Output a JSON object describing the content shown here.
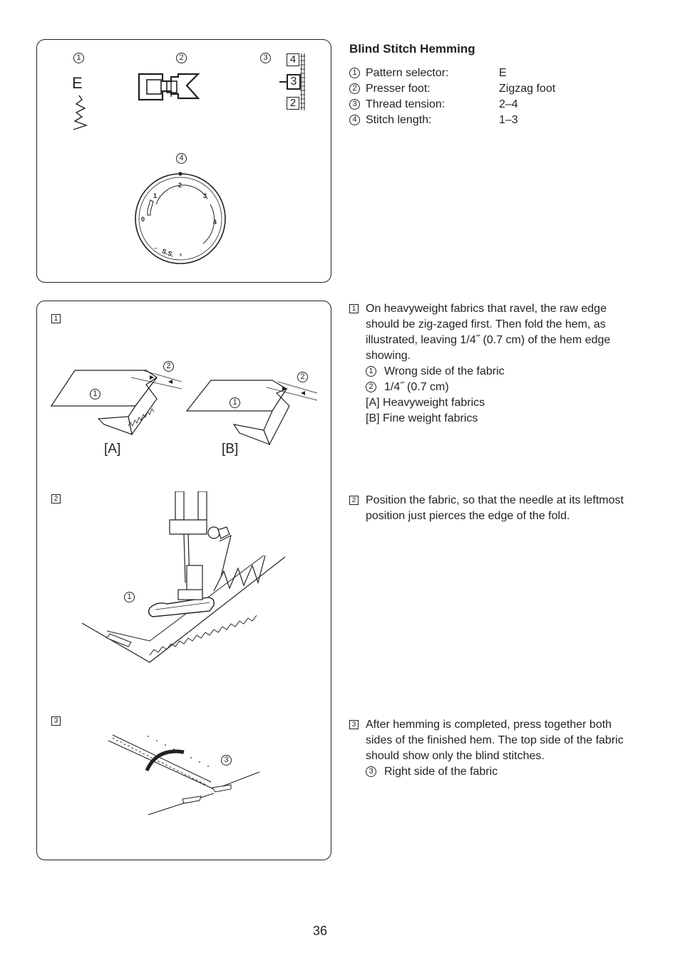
{
  "top_panel": {
    "markers": {
      "m1": "1",
      "m2": "2",
      "m3": "3",
      "m4": "4"
    },
    "pattern_letter": "E",
    "tension_scale": {
      "upper": "4",
      "current": "3",
      "lower": "2"
    },
    "dial": {
      "mark_0": "0",
      "mark_1": "1",
      "mark_2": "2",
      "mark_3": "3",
      "mark_4": "4",
      "ss": "S.S.",
      "dash_left": "–",
      "plus": "+"
    }
  },
  "settings": {
    "title": "Blind Stitch Hemming",
    "rows": [
      {
        "num": "1",
        "label": "Pattern selector:",
        "value": "E"
      },
      {
        "num": "2",
        "label": "Presser foot:",
        "value": "Zigzag foot"
      },
      {
        "num": "3",
        "label": "Thread tension:",
        "value": "2–4"
      },
      {
        "num": "4",
        "label": "Stitch length:",
        "value": "1–3"
      }
    ]
  },
  "steps_panel": {
    "step1_tag": "1",
    "step2_tag": "2",
    "step3_tag": "3",
    "fig1": {
      "a_m1": "1",
      "a_m2": "2",
      "b_m1": "1",
      "b_m2": "2",
      "label_a": "[A]",
      "label_b": "[B]"
    },
    "fig2": {
      "m1": "1"
    },
    "fig3": {
      "m3": "3"
    }
  },
  "steps": [
    {
      "num": "1",
      "text": "On heavyweight fabrics that ravel, the raw edge should be zig-zaged first.  Then fold the hem, as illustrated, leaving 1/4˝ (0.7 cm) of the hem edge showing.",
      "subs": [
        {
          "marker": "1",
          "text": "Wrong side of the fabric"
        },
        {
          "marker": "2",
          "text": "1/4˝ (0.7 cm)"
        }
      ],
      "notes": [
        "[A] Heavyweight fabrics",
        "[B]  Fine weight fabrics"
      ]
    },
    {
      "num": "2",
      "text": "Position the fabric, so that the needle at its leftmost position just pierces the edge of the fold."
    },
    {
      "num": "3",
      "text": "After hemming is completed, press together both sides of the finished hem. The top side of the fabric should show only the blind stitches.",
      "subs": [
        {
          "marker": "3",
          "text": "Right side of the fabric"
        }
      ]
    }
  ],
  "page_number": "36"
}
